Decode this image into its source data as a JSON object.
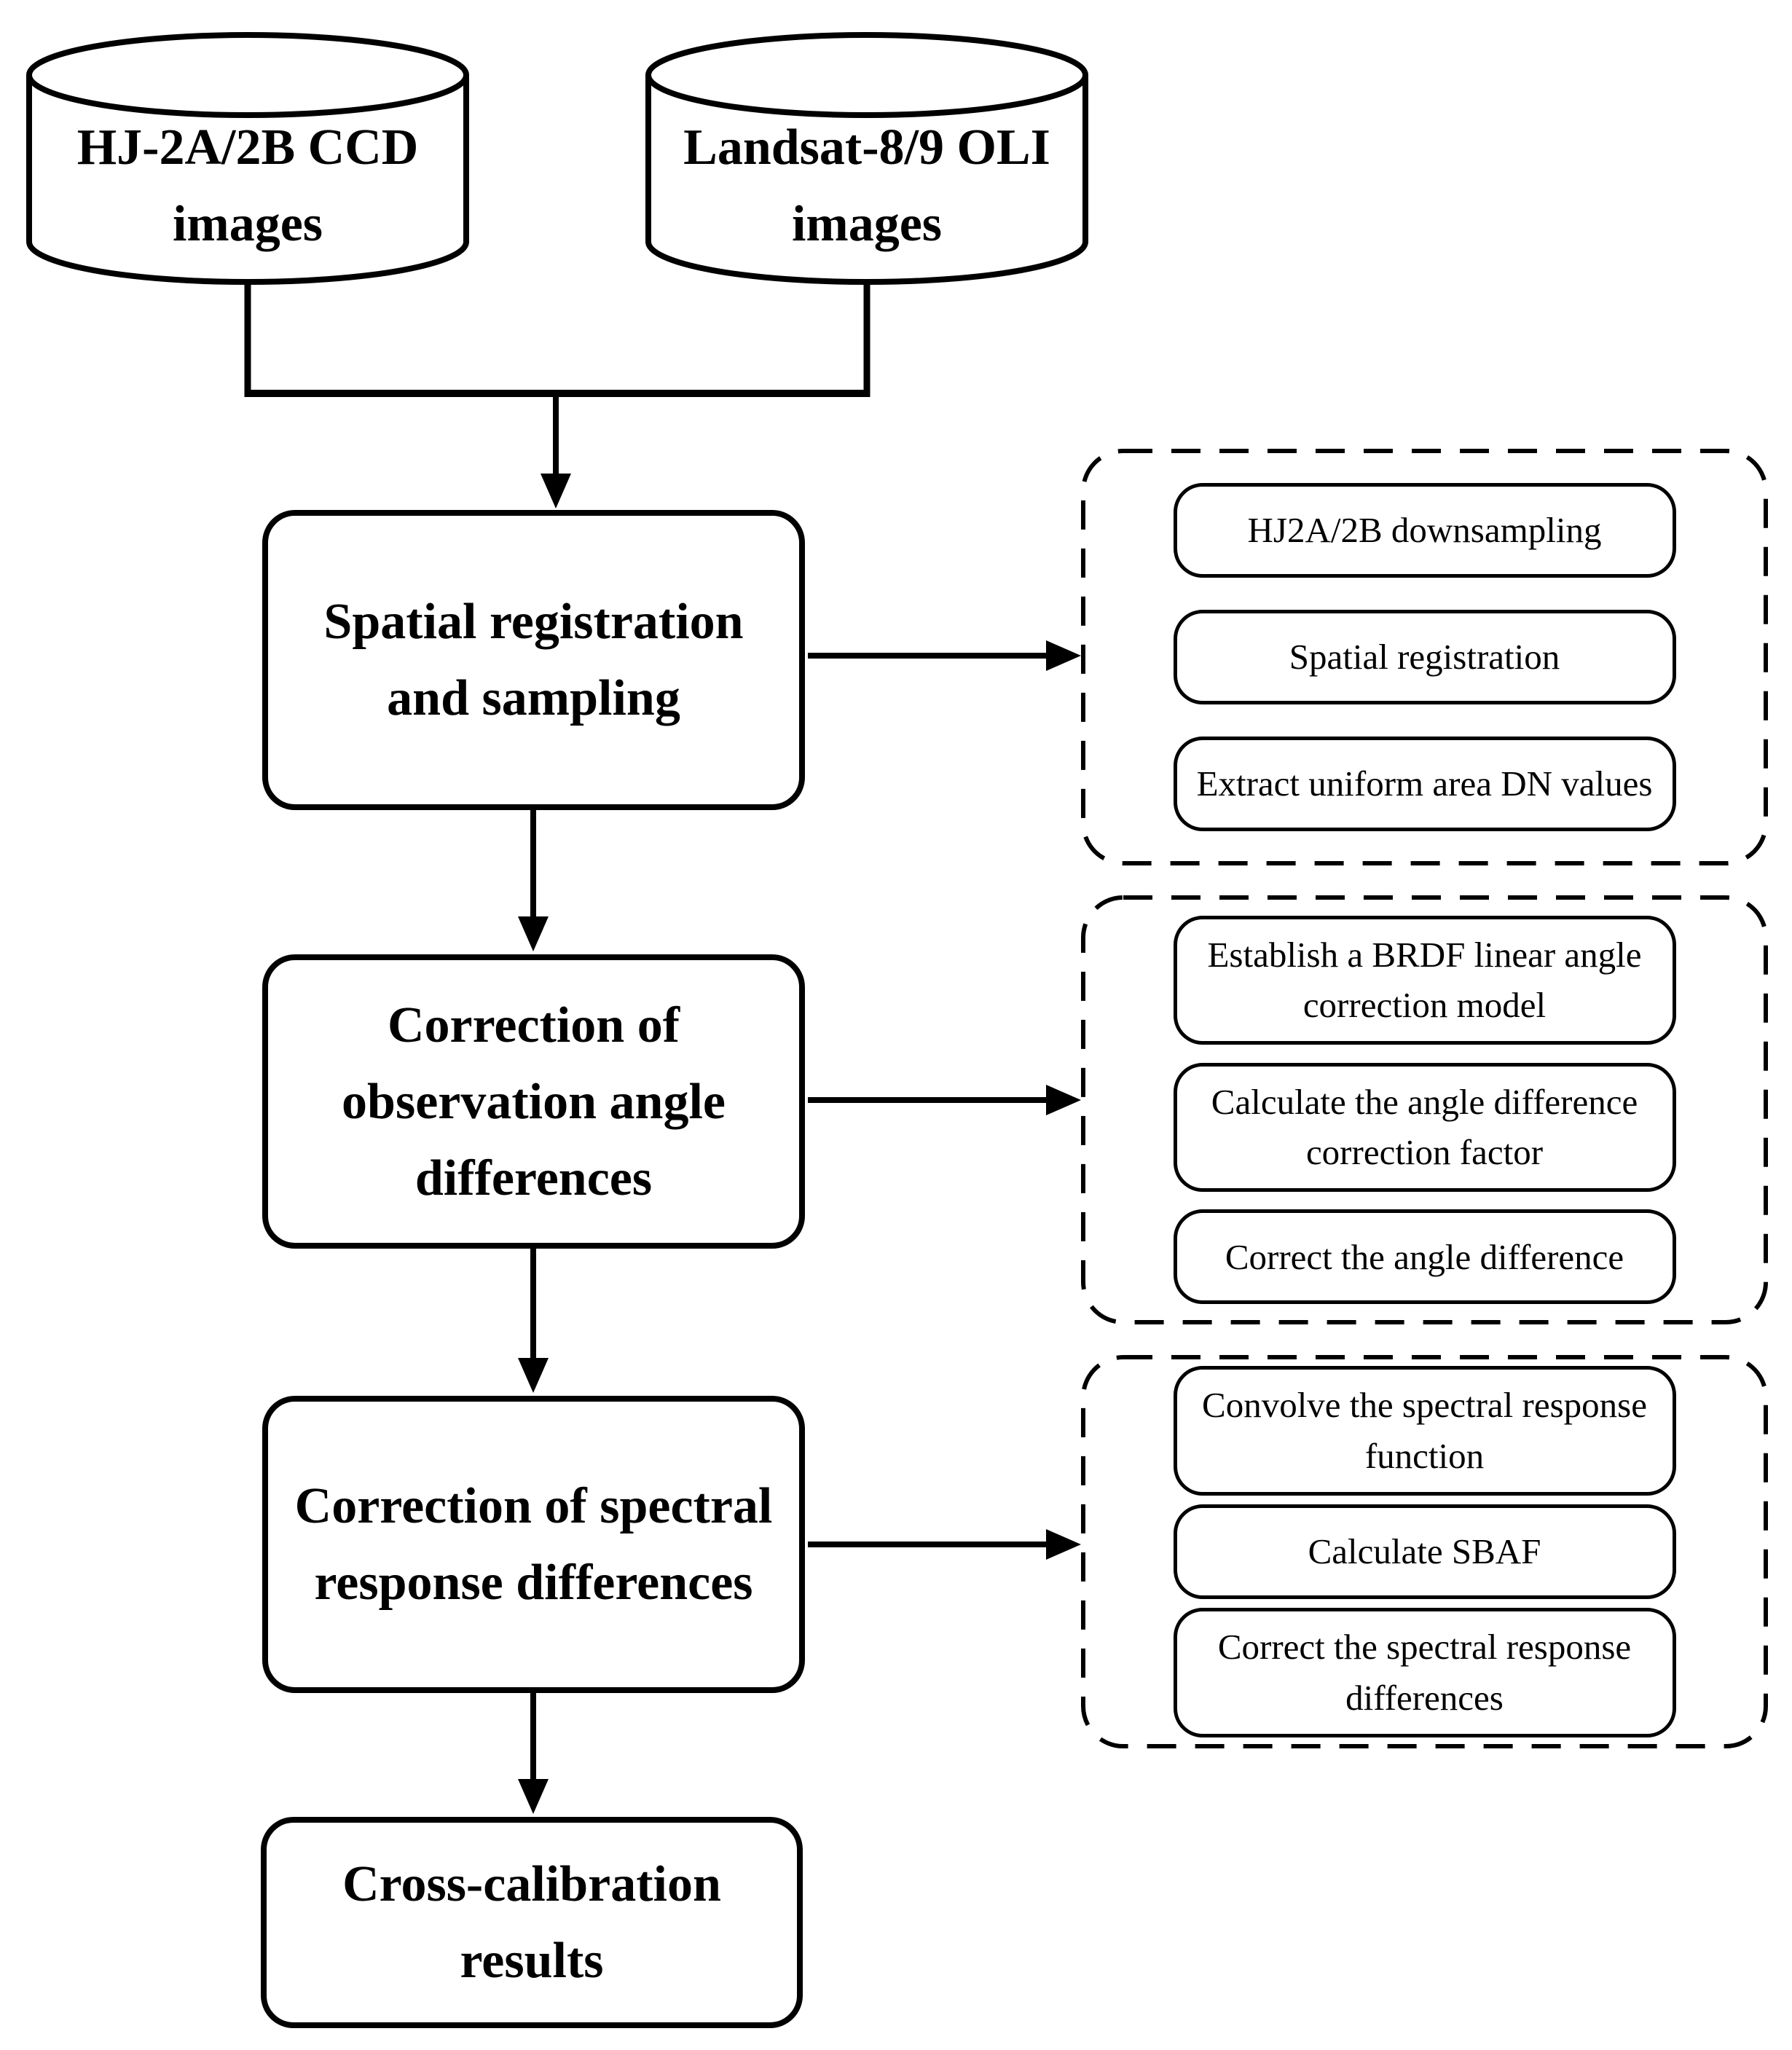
{
  "diagram": {
    "sources": [
      {
        "label": "HJ-2A/2B CCD\nimages"
      },
      {
        "label": "Landsat-8/9 OLI\nimages"
      }
    ],
    "steps": [
      {
        "label": "Spatial registration\nand sampling",
        "substeps": [
          "HJ2A/2B downsampling",
          "Spatial registration",
          "Extract uniform area DN values"
        ]
      },
      {
        "label": "Correction of\nobservation angle\ndifferences",
        "substeps": [
          "Establish a BRDF linear angle\ncorrection model",
          "Calculate the angle difference\ncorrection factor",
          "Correct the angle difference"
        ]
      },
      {
        "label": "Correction of spectral\nresponse differences",
        "substeps": [
          "Convolve the spectral response\nfunction",
          "Calculate SBAF",
          "Correct the spectral response\ndifferences"
        ]
      },
      {
        "label": "Cross-calibration\nresults"
      }
    ],
    "colors": {
      "line": "#000000",
      "background": "#ffffff"
    }
  }
}
